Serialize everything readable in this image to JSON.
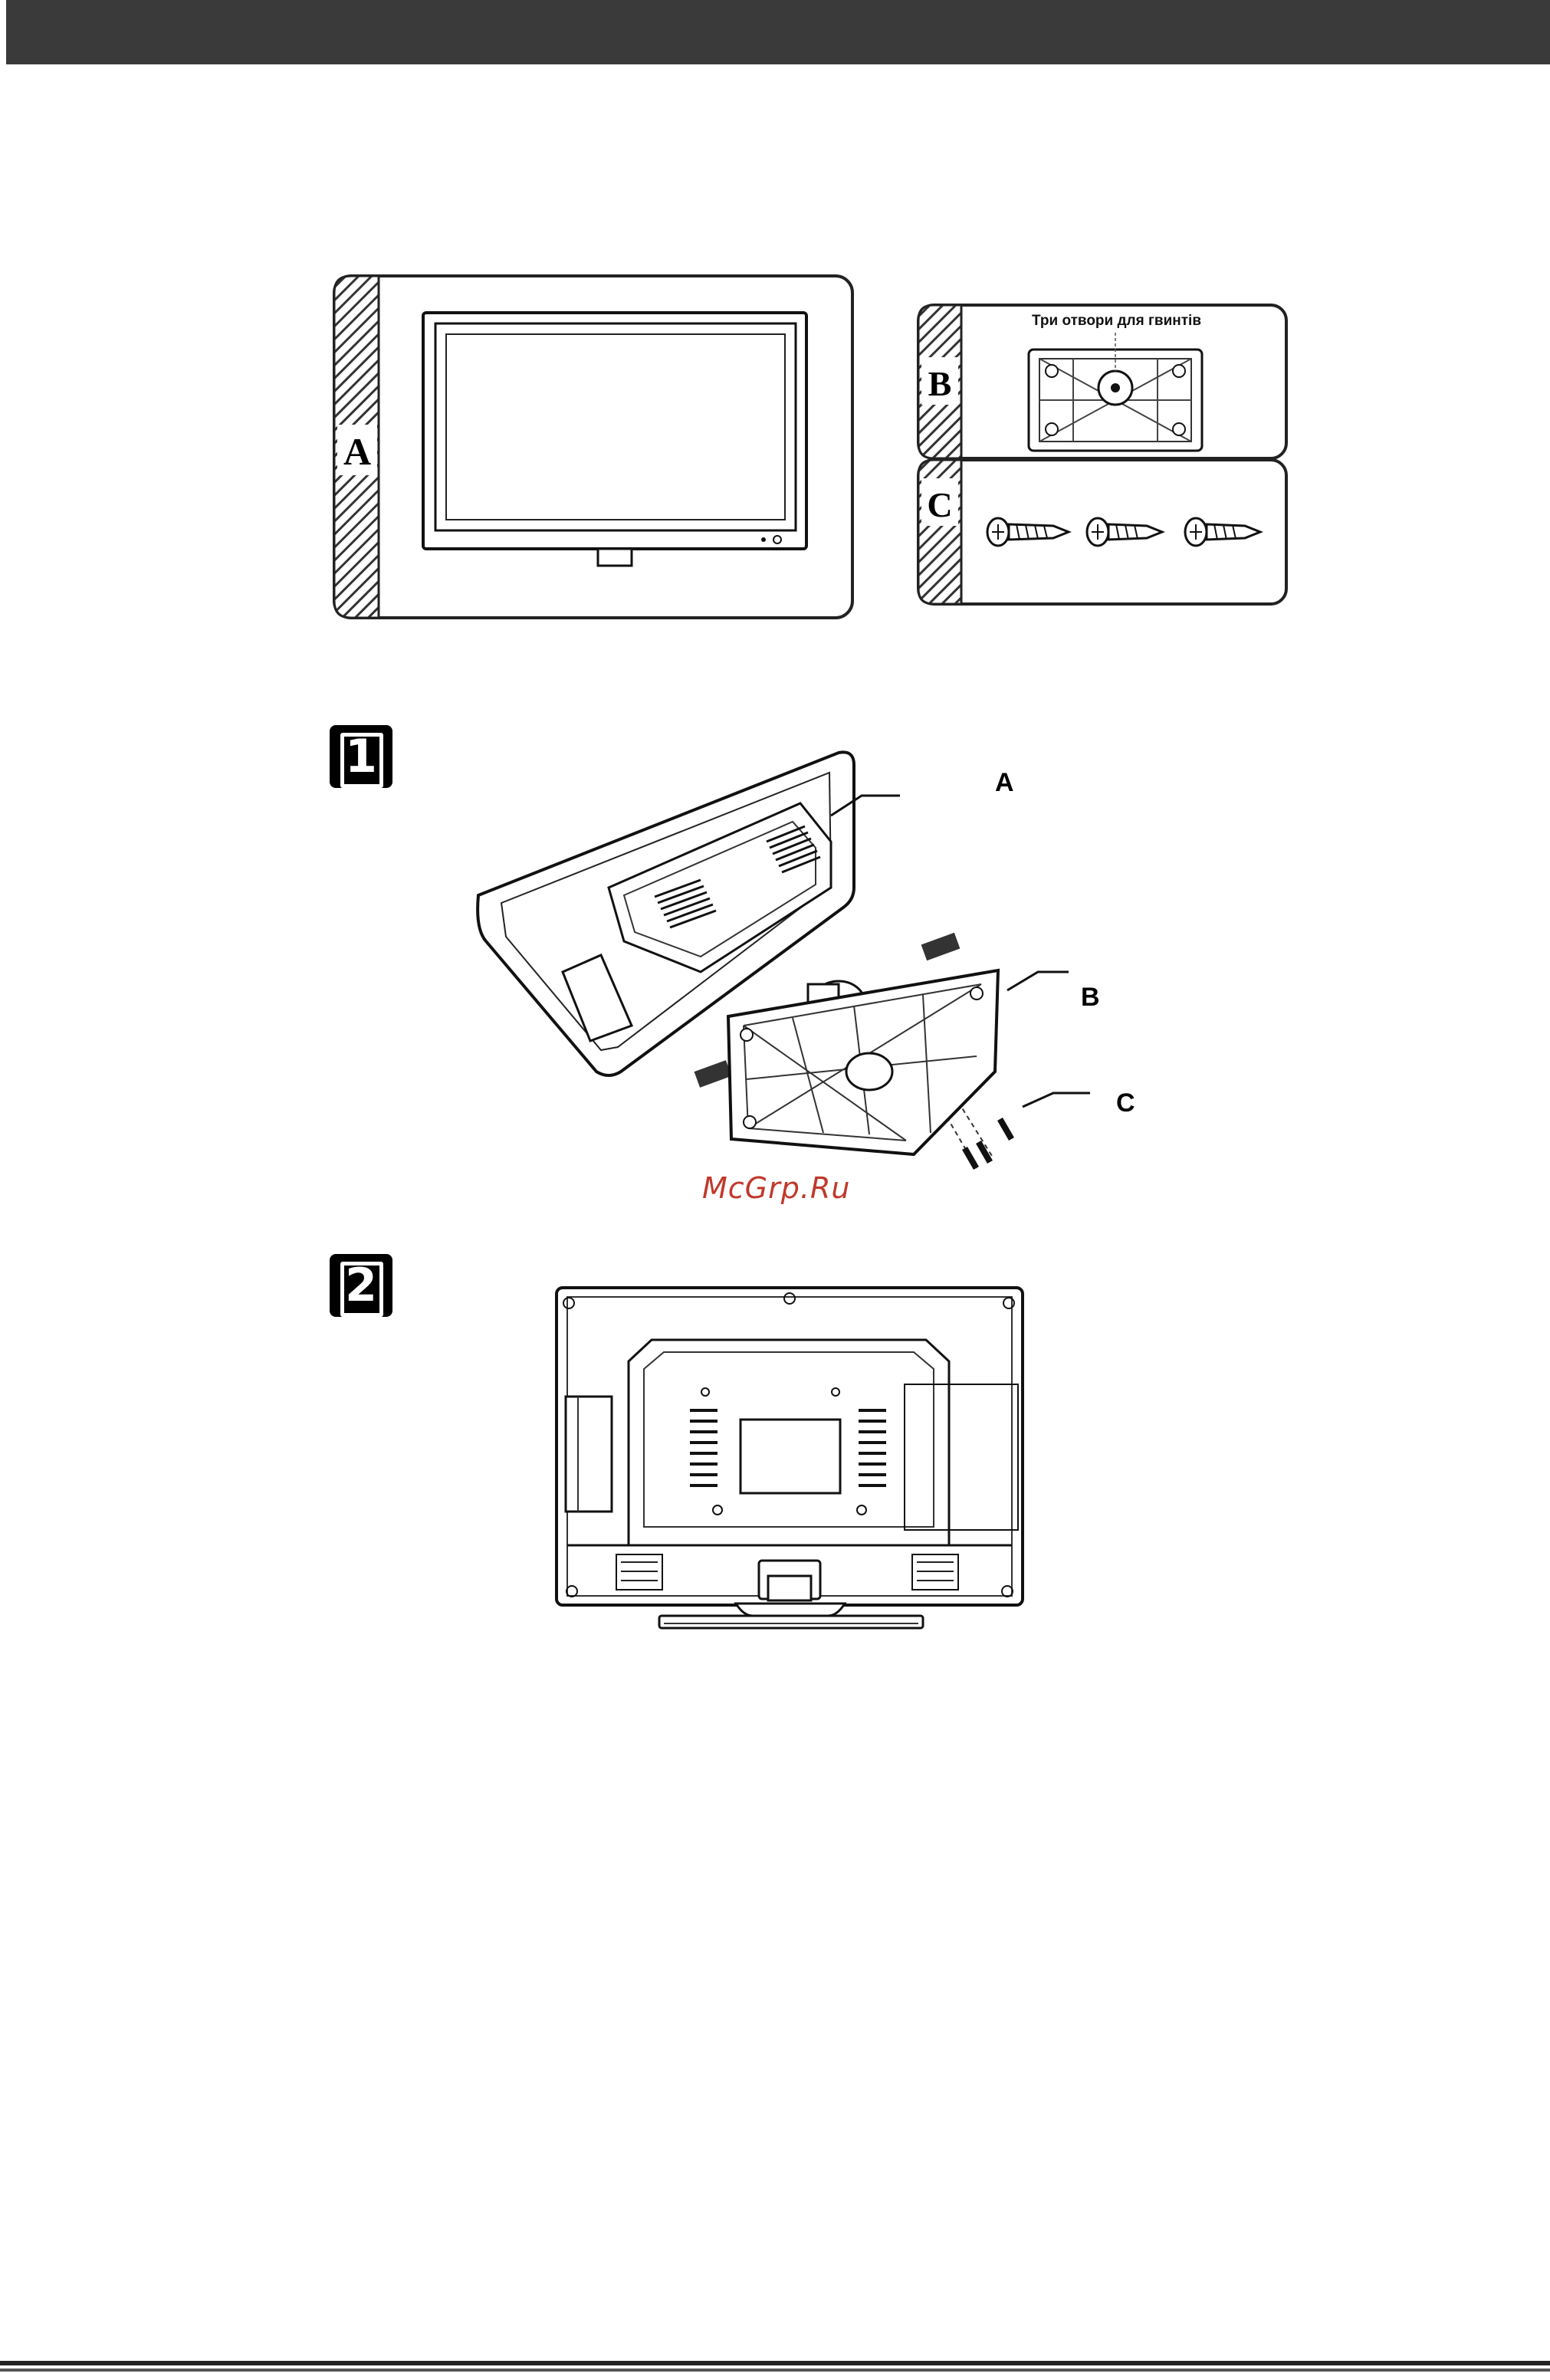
{
  "page": {
    "watermark": "McGrp.Ru"
  },
  "parts": {
    "a_label": "A",
    "b_label": "B",
    "c_label": "C",
    "b_caption": "Три отвори для гвинтів"
  },
  "steps": [
    {
      "number": "1",
      "callouts": [
        "A",
        "B",
        "C"
      ]
    },
    {
      "number": "2"
    }
  ],
  "colors": {
    "header": "#3a3a3a",
    "watermark": "#c0392b"
  }
}
